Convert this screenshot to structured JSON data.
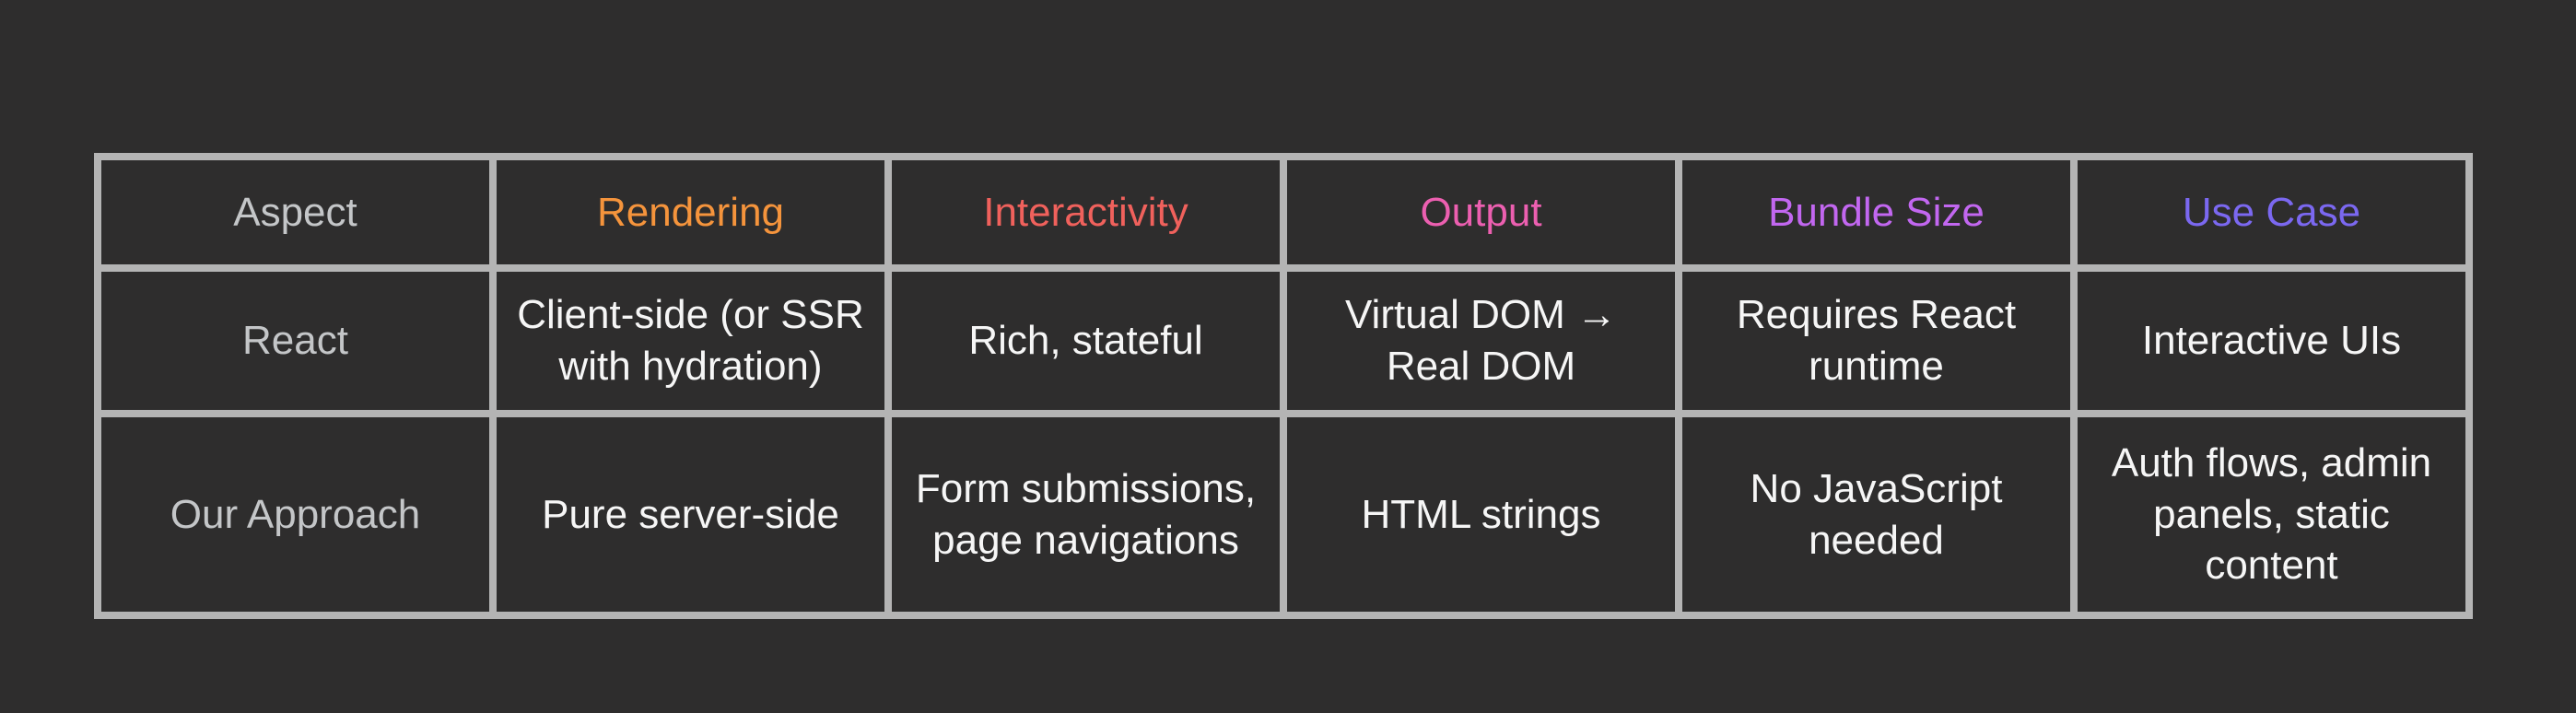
{
  "page": {
    "background": "#2e2d2d"
  },
  "colors": {
    "border": "#b4b4b4",
    "muted_label": "#c4c6c8",
    "body_text": "#f6f6f6"
  },
  "chart_data": {
    "type": "table",
    "columns": [
      {
        "label": "Aspect",
        "color": "#c4c6c8"
      },
      {
        "label": "Rendering",
        "color": "#f5943c"
      },
      {
        "label": "Interactivity",
        "color": "#f0615c"
      },
      {
        "label": "Output",
        "color": "#ec5fb0"
      },
      {
        "label": "Bundle Size",
        "color": "#c267f0"
      },
      {
        "label": "Use Case",
        "color": "#7b68f0"
      }
    ],
    "rows": [
      {
        "label": "React",
        "cells": [
          "Client-side (or SSR with hydration)",
          "Rich, stateful",
          "Virtual DOM → Real DOM",
          "Requires React runtime",
          "Interactive UIs"
        ]
      },
      {
        "label": "Our Approach",
        "cells": [
          "Pure server-side",
          "Form submissions, page navigations",
          "HTML strings",
          "No JavaScript needed",
          "Auth flows, admin panels, static content"
        ]
      }
    ]
  }
}
